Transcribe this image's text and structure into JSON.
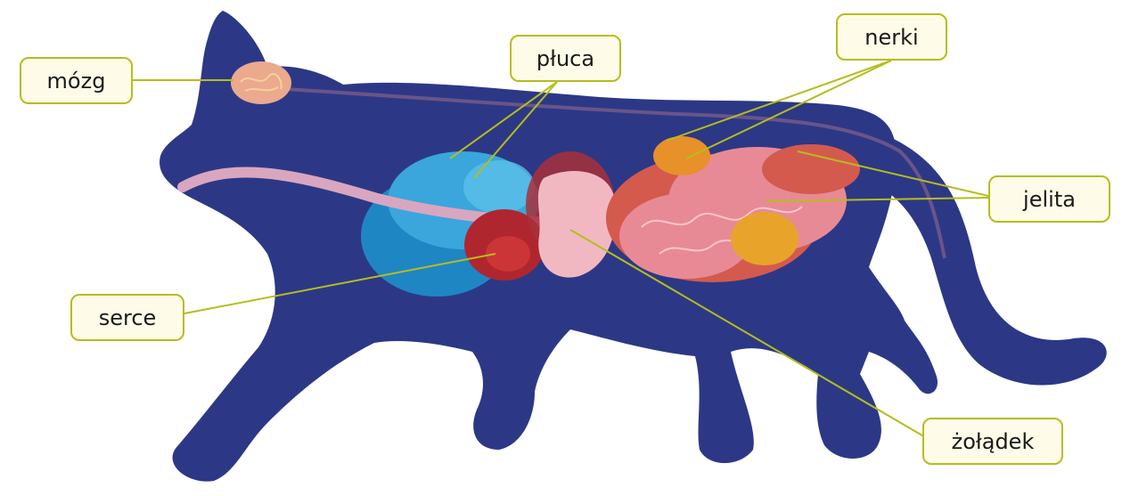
{
  "diagram": {
    "labels": {
      "brain": "mózg",
      "lungs": "płuca",
      "kidneys": "nerki",
      "intestines": "jelita",
      "heart": "serce",
      "stomach": "żołądek"
    },
    "colors": {
      "body": "#2c3886",
      "lungs": "#3aa6dc",
      "heart": "#b0262e",
      "stomach": "#f2b8c2",
      "intestines": "#e88a96",
      "kidneys": "#e8902a",
      "brain": "#eba98e",
      "leader_line": "#b6bd1c",
      "label_fill": "#fefce8"
    }
  }
}
